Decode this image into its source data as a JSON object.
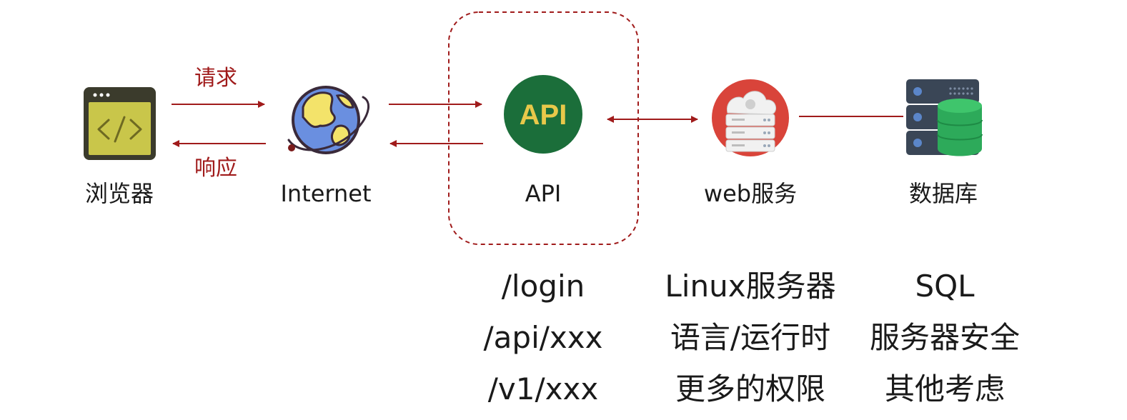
{
  "nodes": {
    "browser": {
      "label": "浏览器",
      "icon": "browser-code-icon"
    },
    "internet": {
      "label": "Internet",
      "icon": "globe-icon"
    },
    "api": {
      "label": "API",
      "badge_text": "API",
      "icon": "api-badge-icon"
    },
    "web": {
      "label": "web服务",
      "icon": "cloud-server-icon"
    },
    "db": {
      "label": "数据库",
      "icon": "database-server-icon"
    }
  },
  "edges": {
    "request_label": "请求",
    "response_label": "响应"
  },
  "details": {
    "api": [
      "/login",
      "/api/xxx",
      "/v1/xxx"
    ],
    "web": [
      "Linux服务器",
      "语言/运行时",
      "更多的权限"
    ],
    "db": [
      "SQL",
      "服务器安全",
      "其他考虑"
    ]
  },
  "colors": {
    "arrow": "#a01b1b",
    "api_badge": "#1b6e3a",
    "api_badge_text": "#e8c84a",
    "browser_icon": "#c9c64a",
    "web_circle": "#d9443a",
    "db_green": "#2daa5a",
    "db_dark": "#3a4656"
  }
}
